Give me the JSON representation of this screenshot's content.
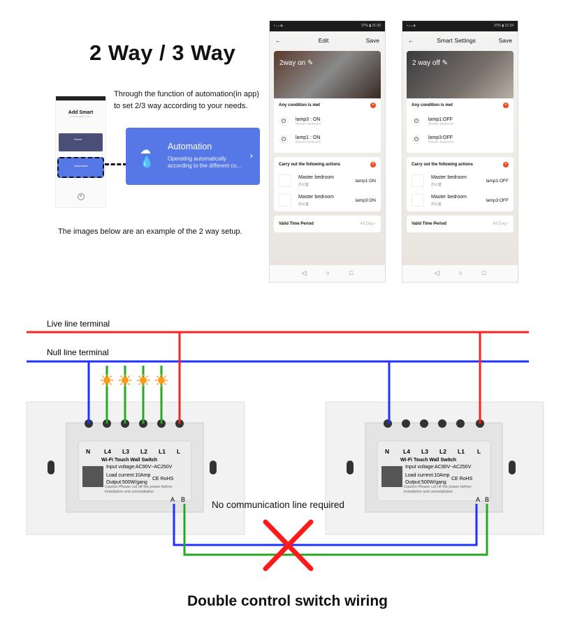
{
  "title": "2 Way / 3 Way",
  "intro": [
    "Through the function of  automation(in app)",
    "to set  2/3 way according to your needs."
  ],
  "example_note": "The images below are an example of the 2 way setup.",
  "mini_phone": {
    "title": "Add Smart",
    "subtitle": "Please select a type",
    "scene": "Scene",
    "automation": "Automation"
  },
  "automation_card": {
    "title": "Automation",
    "desc1": "Operating automatically",
    "desc2": "according to the different co...",
    "icon": "weather-icons"
  },
  "phones": [
    {
      "status_left": "▪ ᵢₗ ᵢₗ ◈",
      "status_right": "37% ▮ 21:30",
      "title": "Edit",
      "save": "Save",
      "scene_name": "2way on",
      "condition_header": "Any condition is met",
      "conditions": [
        {
          "name": "lamp3 : ON",
          "room": "Master bedroom"
        },
        {
          "name": "lamp1 : ON",
          "room": "Master bedroom"
        }
      ],
      "action_header": "Carry out the following actions",
      "actions": [
        {
          "room": "Master bedroom",
          "sub": "办公室",
          "value": "lamp1:ON"
        },
        {
          "room": "Master bedroom",
          "sub": "办公室",
          "value": "lamp3:ON"
        }
      ],
      "valid_label": "Valid Time Period",
      "valid_value": "All Day"
    },
    {
      "status_left": "▪ ᵢₗ ᵢₗ ◈",
      "status_right": "37% ▮ 21:34",
      "title": "Smart Settings",
      "save": "Save",
      "scene_name": "2 way off",
      "condition_header": "Any condition is met",
      "conditions": [
        {
          "name": "lamp1:OFF",
          "room": "Master bedroom"
        },
        {
          "name": "lamp3:OFF",
          "room": "Master bedroom"
        }
      ],
      "action_header": "Carry out the following actions",
      "actions": [
        {
          "room": "Master bedroom",
          "sub": "办公室",
          "value": "lamp1:OFF"
        },
        {
          "room": "Master bedroom",
          "sub": "办公室",
          "value": "lamp3:OFF"
        }
      ],
      "valid_label": "Valid Time Period",
      "valid_value": "All Day"
    }
  ],
  "wiring": {
    "live_label": "Live line terminal",
    "null_label": "Null line terminal",
    "terminals": [
      "N",
      "L4",
      "L3",
      "L2",
      "L1",
      "L"
    ],
    "module": {
      "name": "Wi-Fi Touch Wall Switch",
      "input": "Input voltage:AC90V~AC250V",
      "load": "Load current:10Amp",
      "output": "Output:500W/gang",
      "caution": "Caution:Please cut off the power before installation and uninstallation",
      "marks": "CE  RoHS"
    },
    "ab": [
      "A",
      "B"
    ],
    "no_comm": "No communication line required",
    "colors": {
      "live": "#ff2020",
      "null": "#2030ff",
      "load": "#22aa22",
      "x": "#ff1a1a"
    }
  },
  "caption": "Double control switch wiring"
}
